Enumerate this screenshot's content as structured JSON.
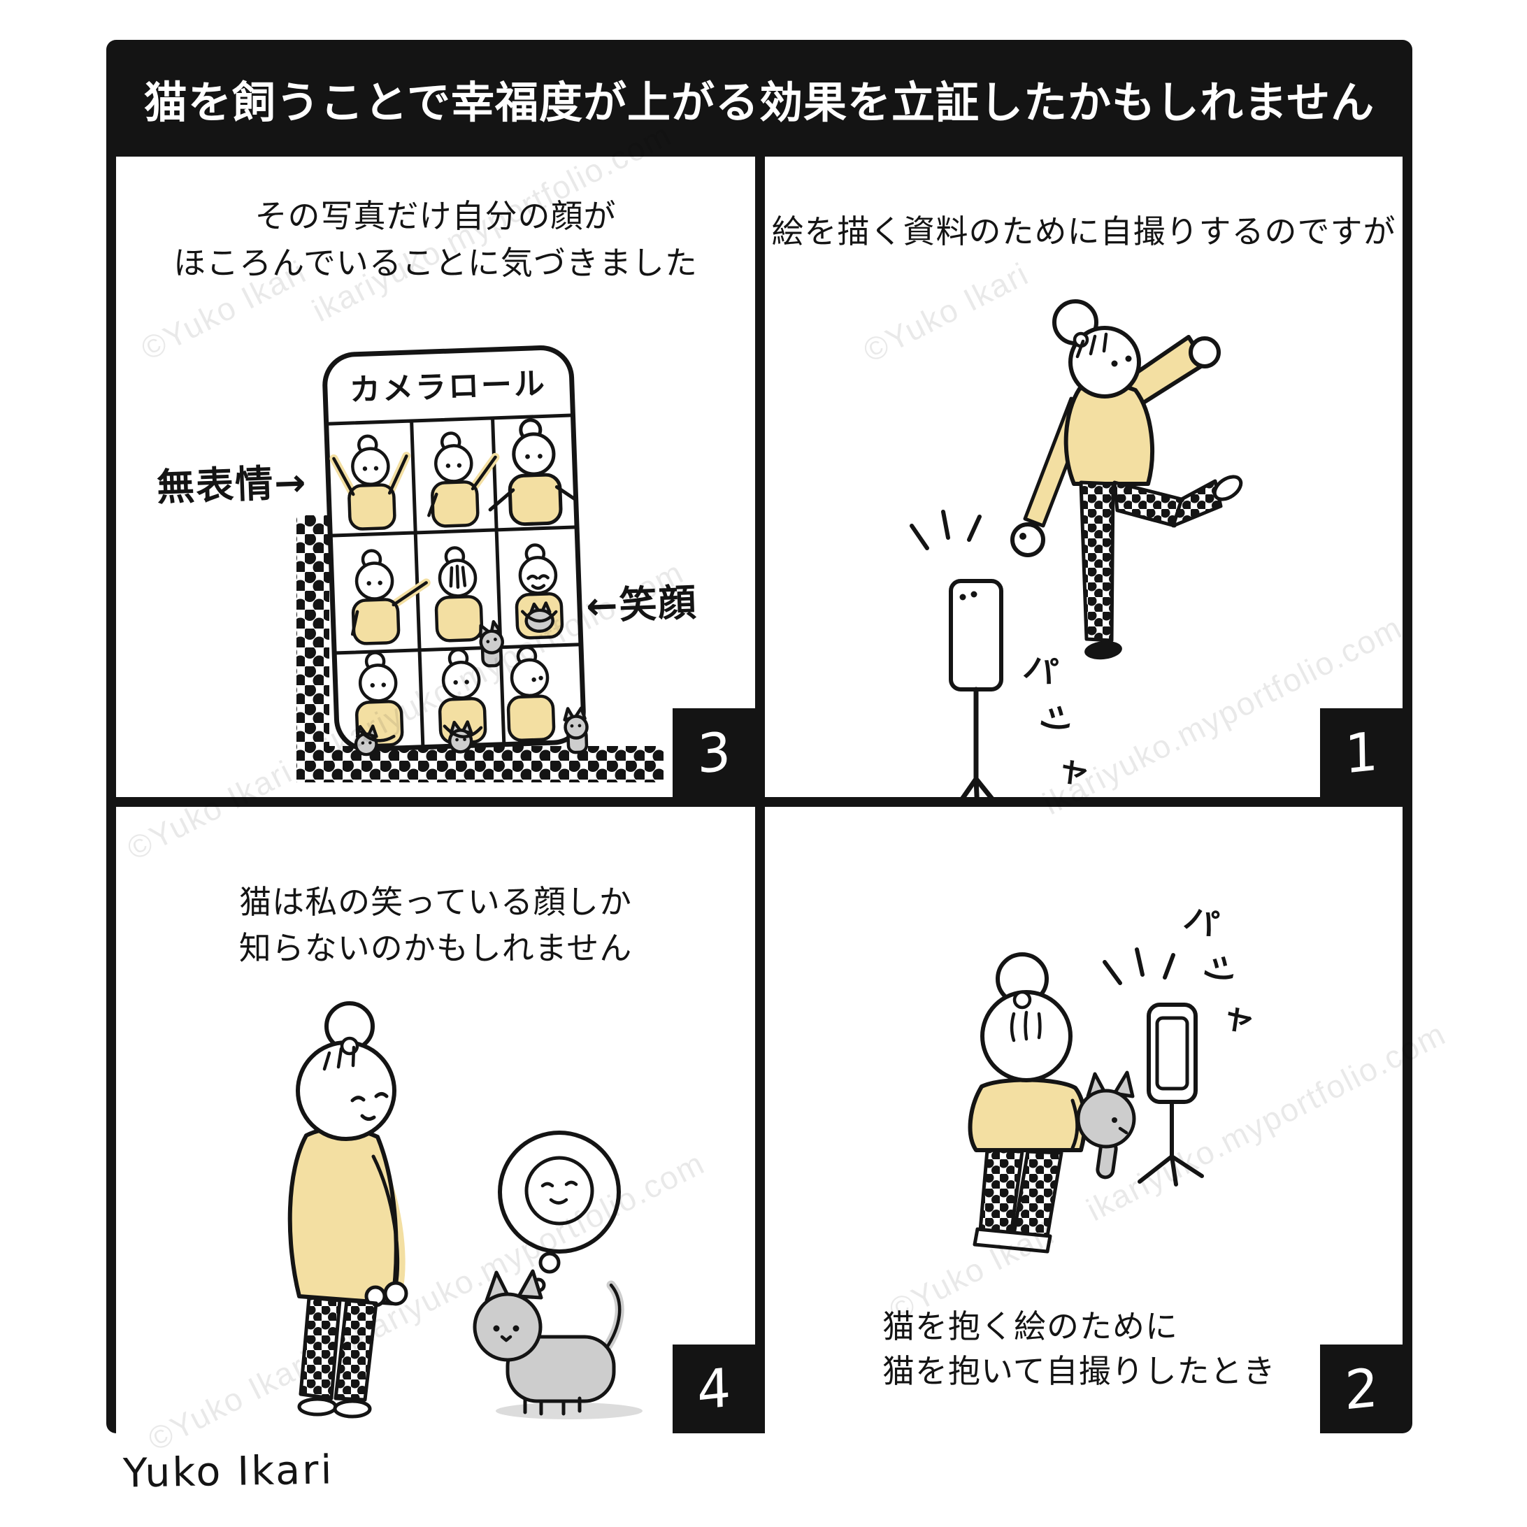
{
  "title": "猫を飼うことで幸福度が上がる効果を立証したかもしれません",
  "signature": "Yuko Ikari",
  "colors": {
    "ink": "#141414",
    "sweater_yellow": "#f3dfa2",
    "cat_gray": "#cdcdcd",
    "paper": "#ffffff",
    "watermark": "rgba(0,0,0,0.085)"
  },
  "panels": {
    "top_left": {
      "number": "3",
      "caption_lines": [
        "その写真だけ自分の顔が",
        "ほころんでいることに気づきました"
      ],
      "phone_screen_title": "カメラロール",
      "label_neutral": "無表情→",
      "label_smile": "←笑顔"
    },
    "top_right": {
      "number": "1",
      "caption_lines": [
        "絵を描く資料のために自撮りするのですが"
      ],
      "sfx_chars": [
        "パ",
        "シ",
        "ャ"
      ]
    },
    "bottom_left": {
      "number": "4",
      "caption_lines": [
        "猫は私の笑っている顔しか",
        "知らないのかもしれません"
      ]
    },
    "bottom_right": {
      "number": "2",
      "caption_lines": [
        "猫を抱く絵のために",
        "猫を抱いて自撮りしたとき"
      ],
      "sfx_chars": [
        "パ",
        "シ",
        "ャ"
      ]
    }
  },
  "watermarks": [
    {
      "text": "©Yuko Ikari"
    },
    {
      "text": "ikariyuko.myportfolio.com"
    },
    {
      "text": "©Yuko Ikari    ikariyuko.myportfolio.com"
    },
    {
      "text": "©Yuko Ikari    ikariyuko.myportfolio.com"
    },
    {
      "text": "©Yuko Ikari"
    },
    {
      "text": "ikariyuko.myportfolio.com"
    },
    {
      "text": "©Yuko Ikari    ikariyuko.myportfolio.com"
    }
  ]
}
